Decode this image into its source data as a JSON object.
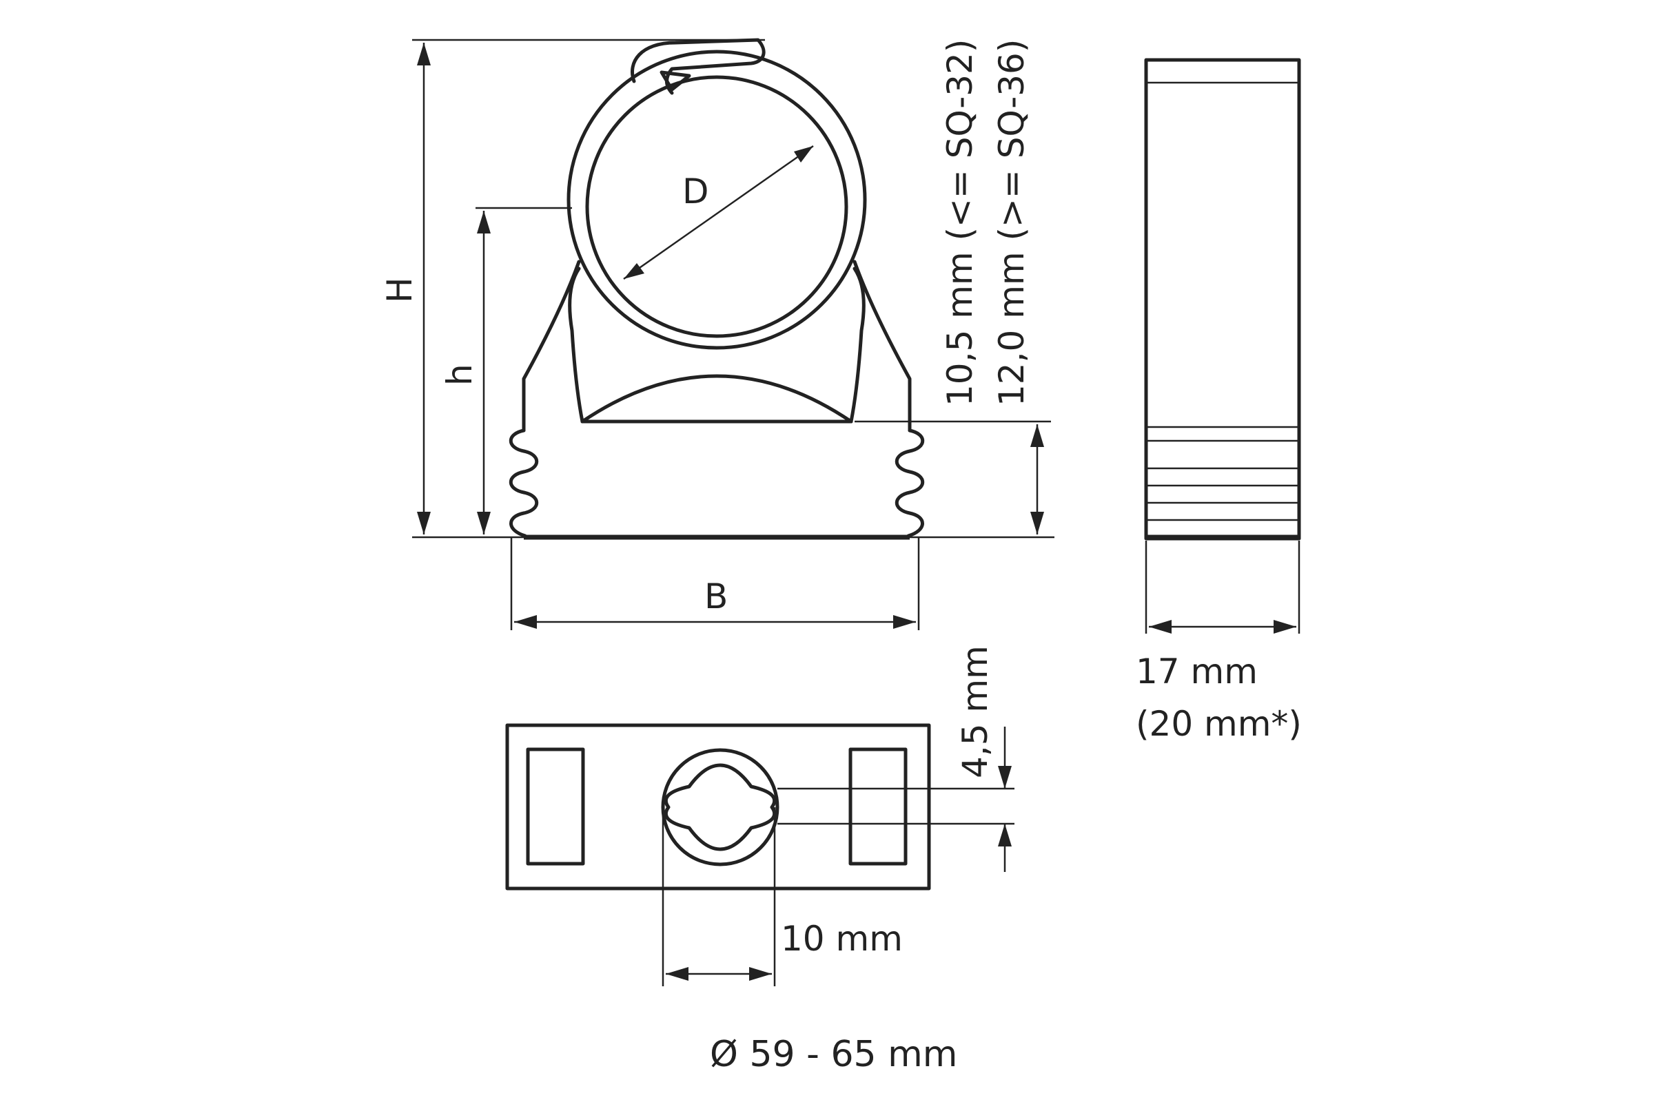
{
  "labels": {
    "height_total": "H",
    "height_center": "h",
    "diameter": "D",
    "width": "B",
    "thickness_small": "10,5 mm (<= SQ-32)",
    "thickness_large": "12,0 mm (>= SQ-36)",
    "depth": "17 mm",
    "depth_alt": "(20 mm*)",
    "slot_height": "4,5 mm",
    "slot_width": "10 mm",
    "mount_diameter": "Ø 59 - 65 mm"
  }
}
